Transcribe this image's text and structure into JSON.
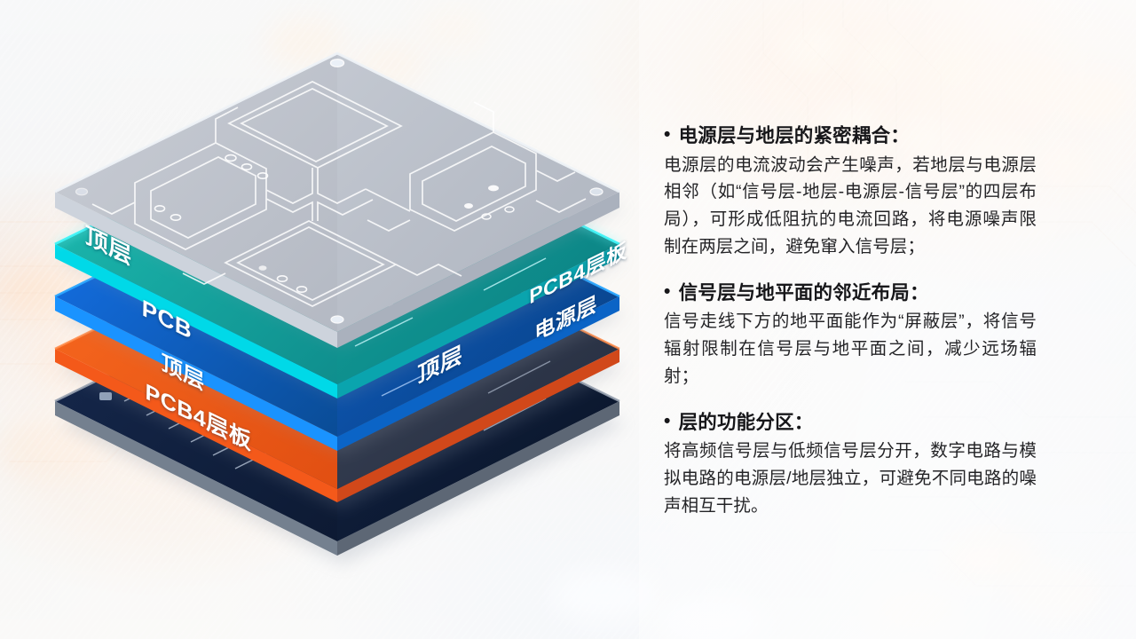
{
  "slide": {
    "kind": "pcb-layer-stack-infographic",
    "background_colors": {
      "base": "#f0efec",
      "warm_bokeh": "#ffc896",
      "cool_wash": "#e8ebef"
    }
  },
  "diagram": {
    "title_semantic": "exploded-pcb-4-layer-stack",
    "layers": [
      {
        "id": "top",
        "label_left": "顶层",
        "label_right": "PCB4层板",
        "face_color": "#b9bdc6",
        "face_color_2": "#c6cad2",
        "edge_color": "#e9edf2",
        "side_color": "#9aa1ad",
        "trace_color": "#ffffff"
      },
      {
        "id": "ground",
        "label_left": "PCB",
        "label_right": "电源层",
        "face_color": "#0e8f8a",
        "face_color_2": "#17b3ab",
        "edge_color": "#00e0ec",
        "side_color": "#0aa0a8",
        "trace_color": "#d8fbff"
      },
      {
        "id": "power",
        "label_left": "顶层",
        "label_right": "顶层",
        "face_color": "#0a4f96",
        "face_color_2": "#1266cf",
        "edge_color": "#128ef5",
        "side_color": "#0b5bb0",
        "trace_color": "#cfe6ff"
      },
      {
        "id": "signal",
        "label_left": "PCB4层板",
        "label_right": "",
        "face_color": "#2b3346",
        "face_color_2": "#3a4356",
        "edge_color": "#f4591a",
        "side_color": "#d1481a",
        "trace_color": "#c9d3e2"
      },
      {
        "id": "bottom",
        "label_left": "",
        "label_right": "",
        "face_color": "#111f3d",
        "face_color_2": "#16294d",
        "edge_color": "#8e98a6",
        "side_color": "#5d6775",
        "trace_color": "#b9c6d8"
      }
    ]
  },
  "copy": {
    "bullet_glyph": "•",
    "sections": [
      {
        "heading": "电源层与地层的紧密耦合：",
        "body": "电源层的电流波动会产生噪声，若地层与电源层相邻（如“信号层-地层-电源层-信号层”的四层布局），可形成低阻抗的电流回路，将电源噪声限制在两层之间，避免窜入信号层；"
      },
      {
        "heading": "信号层与地平面的邻近布局：",
        "body": "信号走线下方的地平面能作为“屏蔽层”，将信号辐射限制在信号层与地平面之间，减少远场辐射；"
      },
      {
        "heading": "层的功能分区：",
        "body": "将高频信号层与低频信号层分开，数字电路与模拟电路的电源层/地层独立，可避免不同电路的噪声相互干扰。"
      }
    ]
  }
}
